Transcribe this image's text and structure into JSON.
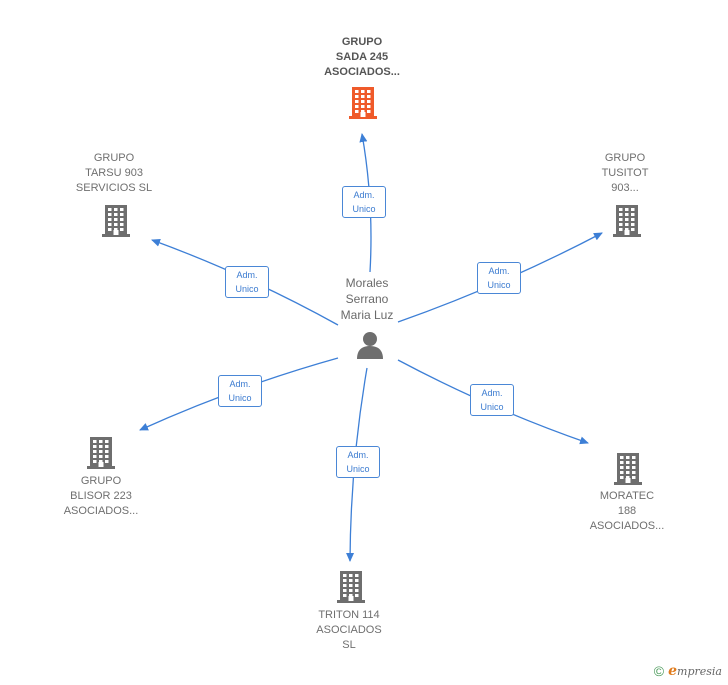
{
  "center": {
    "name_lines": [
      "Morales",
      "Serrano",
      "Maria Luz"
    ],
    "icon": "person-icon"
  },
  "relation": {
    "line1": "Adm.",
    "line2": "Unico"
  },
  "companies": [
    {
      "id": "grupo-sada",
      "lines": [
        "GRUPO",
        "SADA 245",
        "ASOCIADOS..."
      ],
      "highlight": true
    },
    {
      "id": "grupo-tarsu",
      "lines": [
        "GRUPO",
        "TARSU 903",
        "SERVICIOS  SL"
      ],
      "highlight": false
    },
    {
      "id": "grupo-tusitot",
      "lines": [
        "GRUPO",
        "TUSITOT",
        "903..."
      ],
      "highlight": false
    },
    {
      "id": "grupo-blisor",
      "lines": [
        "GRUPO",
        "BLISOR 223",
        "ASOCIADOS..."
      ],
      "highlight": false
    },
    {
      "id": "moratec",
      "lines": [
        "MORATEC",
        "188",
        "ASOCIADOS..."
      ],
      "highlight": false
    },
    {
      "id": "triton",
      "lines": [
        "TRITON 114",
        "ASOCIADOS",
        "SL"
      ],
      "highlight": false
    }
  ],
  "colors": {
    "edge": "#3d7fd6",
    "building": "#6e6e6e",
    "building_highlight": "#ef5a2a",
    "person": "#6e6e6e"
  },
  "footer": {
    "copyright_symbol": "©",
    "brand_initial": "e",
    "brand_rest": "mpresia",
    "icon": "copyright-icon"
  }
}
